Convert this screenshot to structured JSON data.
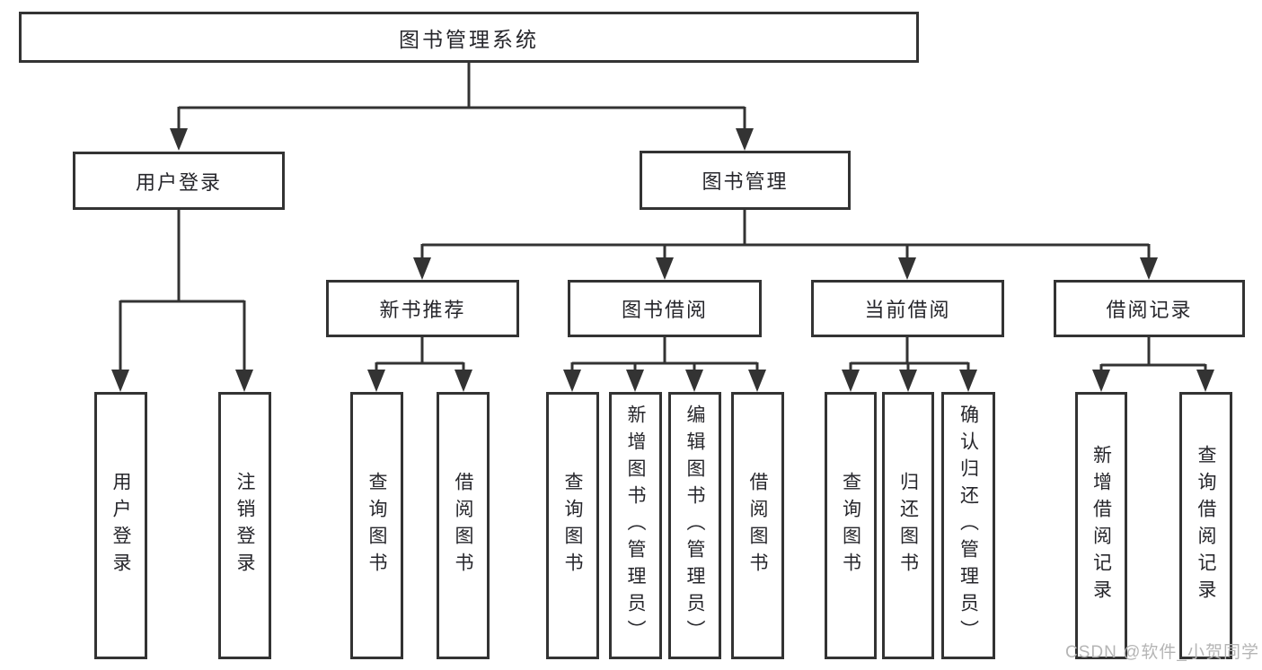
{
  "diagram": {
    "root": "图书管理系统",
    "level1": [
      "用户登录",
      "图书管理"
    ],
    "level2": [
      "新书推荐",
      "图书借阅",
      "当前借阅",
      "借阅记录"
    ],
    "leaves": {
      "user_login": [
        "用户登录",
        "注销登录"
      ],
      "new_book": [
        "查询图书",
        "借阅图书"
      ],
      "book_borrow": [
        "查询图书",
        "新增图书（管理员）",
        "编辑图书（管理员）",
        "借阅图书"
      ],
      "current_borrow": [
        "查询图书",
        "归还图书",
        "确认归还（管理员）"
      ],
      "borrow_record": [
        "新增借阅记录",
        "查询借阅记录"
      ]
    }
  },
  "watermark": "CSDN @软件_小贺同学",
  "colors": {
    "line": "#333333",
    "text": "#26262b",
    "watermark": "#b5b5b5",
    "background": "#ffffff"
  }
}
